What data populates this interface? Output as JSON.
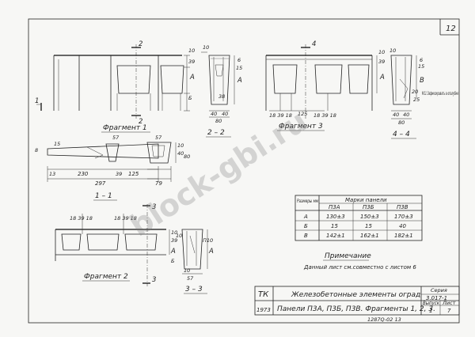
{
  "sheet_number": "12",
  "fragments": {
    "f1": "Фрагмент 1",
    "f2": "Фрагмент 2",
    "f3": "Фрагмент 3"
  },
  "sections": {
    "s11": "1 – 1",
    "s22": "2 – 2",
    "s33": "3 – 3",
    "s44": "4 – 4",
    "cut1": "1",
    "cut2": "2",
    "cut3": "3",
    "cut4": "4"
  },
  "dims": {
    "d10": "10",
    "d39": "39",
    "d15": "15",
    "d6": "6",
    "d8": "8",
    "d18": "18",
    "d38": "38",
    "d40": "40",
    "d80": "80",
    "d125": "125",
    "d230": "230",
    "d297": "297",
    "d79": "79",
    "d57": "57",
    "d13": "13",
    "d25": "25",
    "d20": "20",
    "p10": "П10",
    "a": "А",
    "b": "Б",
    "v": "В",
    "m18_39": "18 39 18",
    "m13": "13"
  },
  "note_weld": "М11 Зафиксировать в опалубке",
  "marks_table": {
    "header_left": "Размеры мм",
    "header_group": "Марки панели",
    "columns": [
      "П3А",
      "П3Б",
      "П3В"
    ],
    "rows": [
      {
        "label": "А",
        "values": [
          "130±3",
          "150±3",
          "170±3"
        ]
      },
      {
        "label": "Б",
        "values": [
          "15",
          "15",
          "40"
        ]
      },
      {
        "label": "В",
        "values": [
          "142±1",
          "162±1",
          "182±1"
        ]
      }
    ]
  },
  "note": {
    "title": "Примечание",
    "text": "Данный лист см.совместно с листом 6"
  },
  "title_block": {
    "tk": "ТК",
    "year": "1973",
    "subject": "Железобетонные элементы оград",
    "name": "Панели П3А, П3Б, П3В. Фрагменты 1, 2, 3.",
    "series_label": "Серия",
    "series": "3.017-1",
    "issue_label": "Выпуск",
    "issue": "1",
    "sheet_label": "Лист",
    "sheet": "7",
    "footer_code": "1287Q-02  13"
  },
  "watermark": "block-gbi.ru"
}
